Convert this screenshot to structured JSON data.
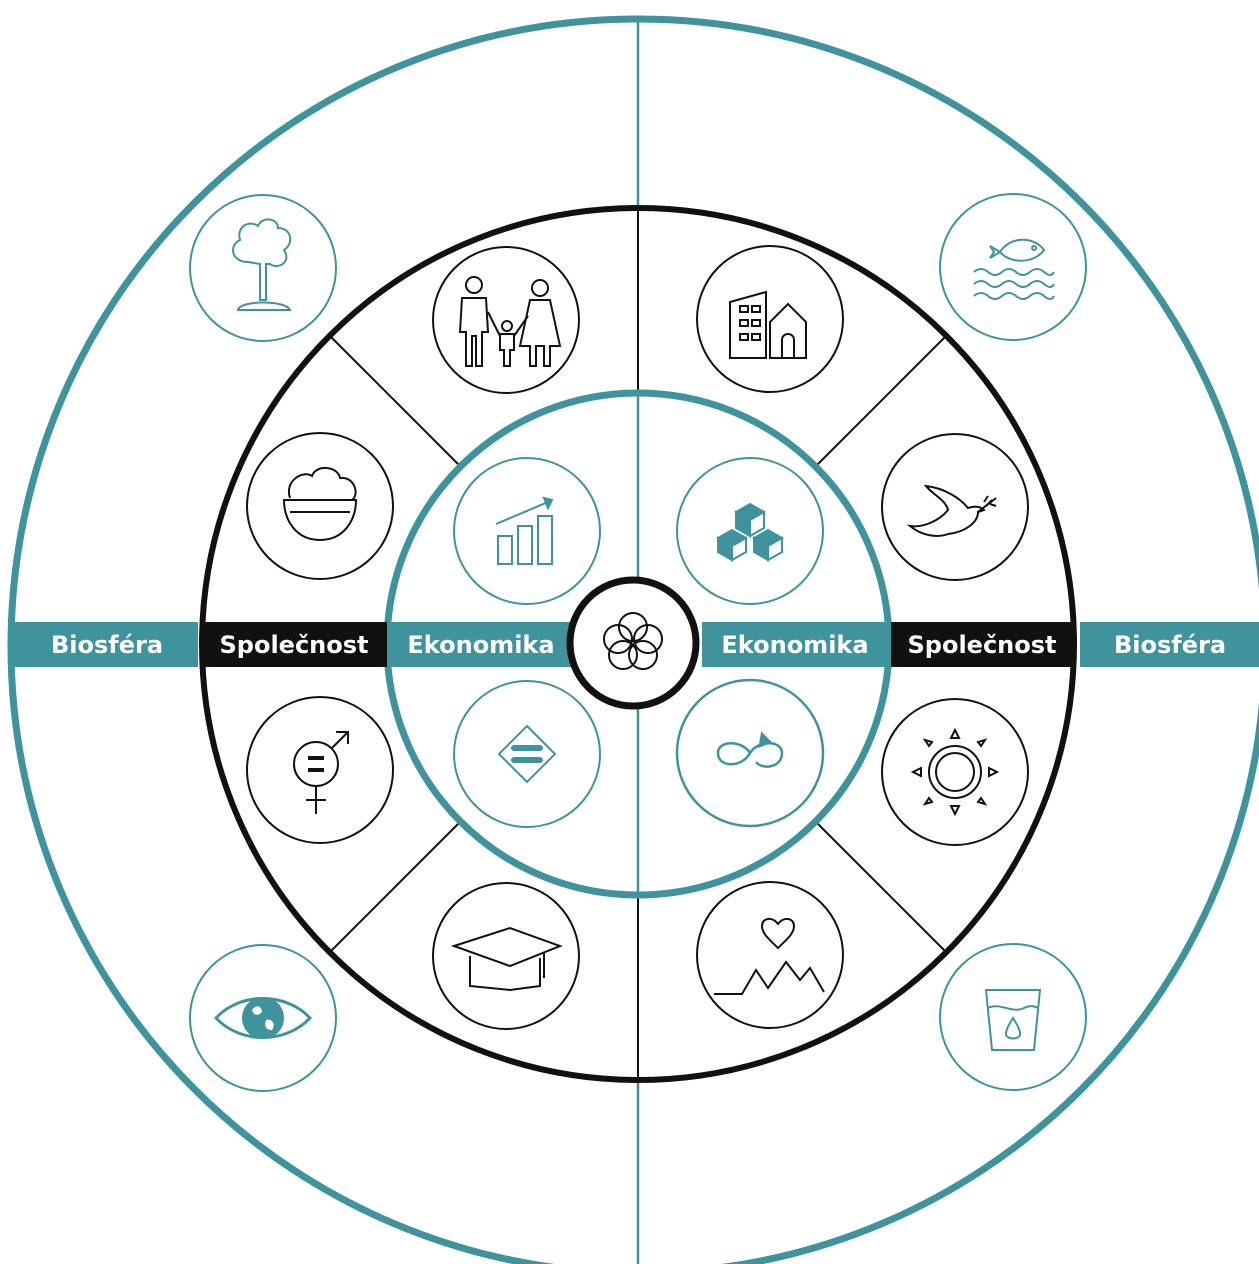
{
  "colors": {
    "teal": "#3f939c",
    "black": "#111111",
    "white": "#ffffff"
  },
  "labels": {
    "biosfera_left": "Biosféra",
    "spolecnost_left": "Společnost",
    "ekonomika_left": "Ekonomika",
    "ekonomika_right": "Ekonomika",
    "spolecnost_right": "Společnost",
    "biosfera_right": "Biosféra"
  },
  "rings": [
    {
      "name": "Biosféra",
      "color": "teal",
      "icons": [
        "tree-icon",
        "fish-water-icon",
        "eye-earth-icon",
        "water-glass-icon"
      ]
    },
    {
      "name": "Společnost",
      "color": "black",
      "icons": [
        "family-icon",
        "city-buildings-icon",
        "rice-bowl-icon",
        "peace-dove-icon",
        "gender-equality-icon",
        "sun-energy-icon",
        "graduation-cap-icon",
        "health-heartbeat-icon"
      ]
    },
    {
      "name": "Ekonomika",
      "color": "teal",
      "icons": [
        "growth-chart-icon",
        "industry-cubes-icon",
        "reduced-inequality-icon",
        "recycle-loop-icon"
      ]
    }
  ],
  "center": {
    "icon": "sdg-rings-icon"
  }
}
